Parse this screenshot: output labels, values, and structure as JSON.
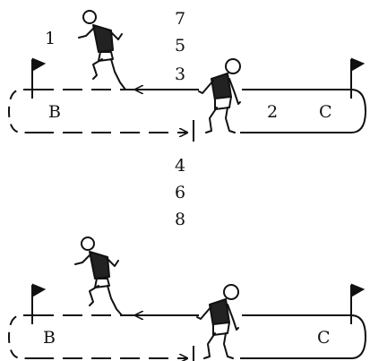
{
  "top_panel": {
    "label_1": "1",
    "label_2": "2",
    "flag_left": "B",
    "flag_right": "C",
    "numbers_above": [
      "7",
      "5",
      "3"
    ],
    "numbers_below": [
      "4",
      "6",
      "8"
    ]
  },
  "bottom_panel": {
    "flag_left": "B",
    "flag_right": "C"
  }
}
